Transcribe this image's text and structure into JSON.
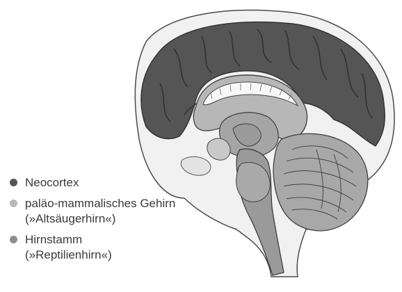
{
  "legend": {
    "items": [
      {
        "label": "Neocortex",
        "sublabel": "",
        "color": "#555555"
      },
      {
        "label": "paläo-mammalisches Gehirn",
        "sublabel": "(»Altsäugerhirn«)",
        "color": "#b7b7b7"
      },
      {
        "label": "Hirnstamm",
        "sublabel": "(»Reptilienhirn«)",
        "color": "#8e8e8e"
      }
    ]
  },
  "diagram": {
    "neocortex_color": "#555555",
    "paleomammalian_color": "#b7b7b7",
    "brainstem_color": "#9a9a9a",
    "outline_color": "#4a4a4a",
    "background_tint": "#ececec"
  }
}
